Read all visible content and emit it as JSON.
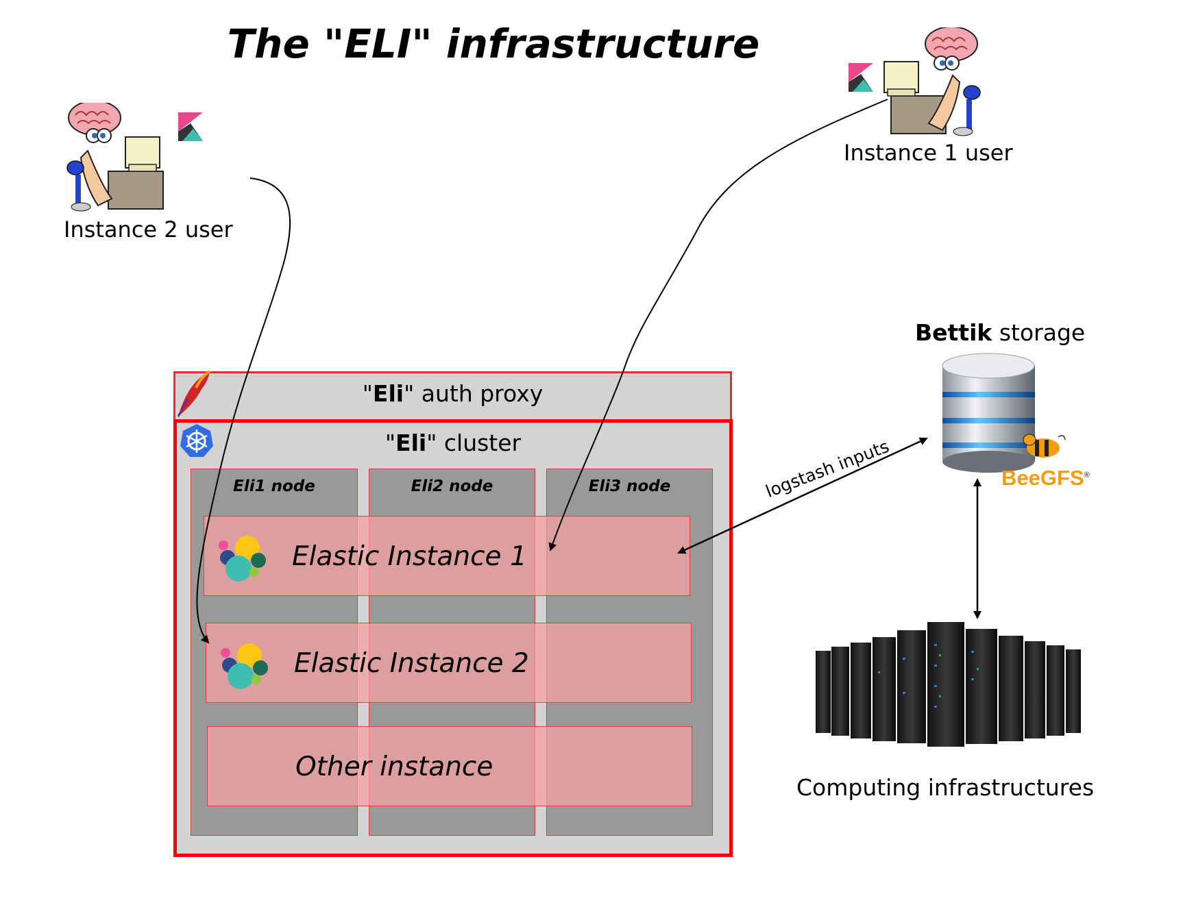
{
  "title": "The \"ELI\" infrastructure",
  "users": {
    "instance1": "Instance 1 user",
    "instance2": "Instance 2 user"
  },
  "proxy": {
    "quote_open": "\"",
    "name": "Eli",
    "quote_rest": "\" auth proxy"
  },
  "cluster": {
    "quote_open": "\"",
    "name": "Eli",
    "quote_rest": "\" cluster"
  },
  "nodes": [
    "Eli1 node",
    "Eli2 node",
    "Eli3 node"
  ],
  "instances": [
    "Elastic Instance 1",
    "Elastic Instance 2",
    "Other instance"
  ],
  "storage": {
    "name": "Bettik",
    "suffix": " storage",
    "brand": "BeeGFS",
    "brand_mark": "®"
  },
  "edge_label": "logstash inputs",
  "computing": "Computing infrastructures",
  "colors": {
    "frame_red": "#ff0000",
    "panel_gray": "#d3d3d3",
    "node_gray": "#999999",
    "instance_pink": "#f5a0a0",
    "beegfs_orange": "#f39c12",
    "kubernetes_blue": "#326ce5"
  },
  "icons": [
    "kibana-icon",
    "brain-user-icon",
    "apache-feather-icon",
    "kubernetes-icon",
    "elastic-icon",
    "database-icon",
    "beegfs-bee-icon",
    "server-rack-icon"
  ]
}
